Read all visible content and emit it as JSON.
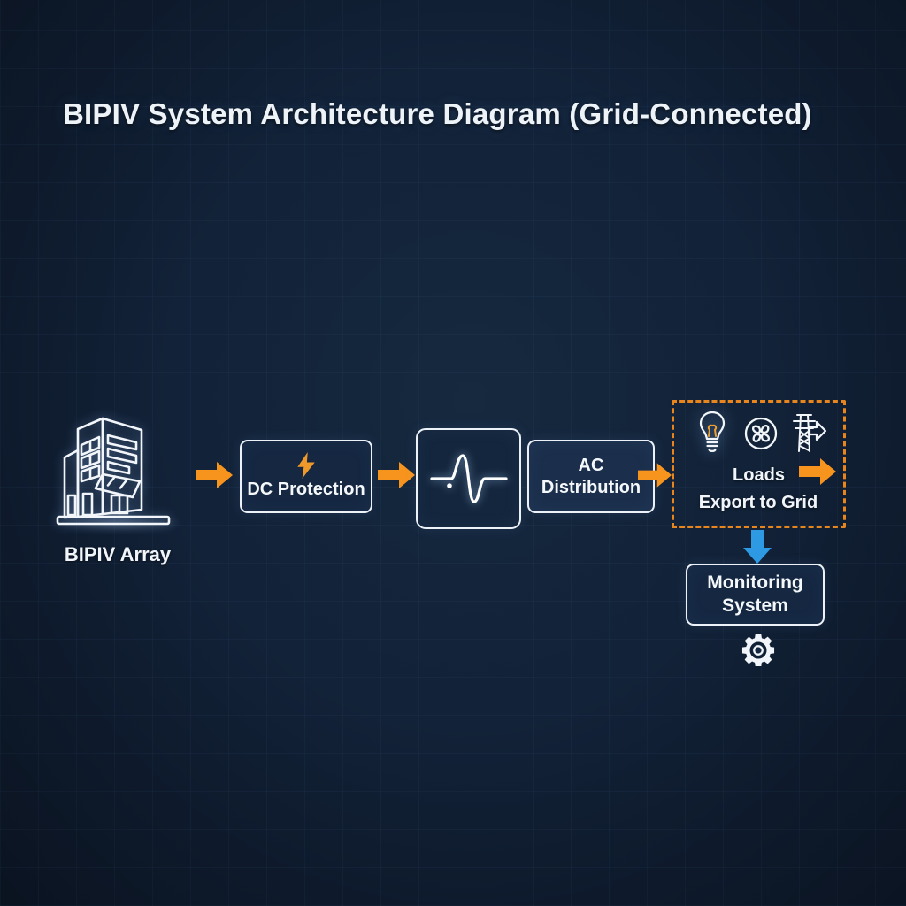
{
  "title": "BIPIV System Architecture Diagram (Grid-Connected)",
  "flow": {
    "array_label": "BIPIV Array",
    "dc_protection_label": "DC Protection",
    "ac_distribution_label": "AC Distribution",
    "loads_label": "Loads",
    "export_label": "Export to Grid",
    "monitoring_label": "Monitoring System"
  },
  "icons": {
    "source": "building-icon",
    "dc_protection": "lightning-bolt-icon",
    "inverter": "inverter-waveform-icon",
    "loads": [
      "light-bulb-icon",
      "fan-icon",
      "transmission-tower-icon",
      "grid-export-arrow-icon"
    ],
    "monitoring": "gear-icon"
  },
  "colors": {
    "background_center": "#16293F",
    "background_edge": "#0A1320",
    "box_fill": "#152741",
    "box_border": "#EDF2F8",
    "arrow_orange": "#F7941E",
    "dashed_border": "#E8861D",
    "arrow_blue": "#2D9AE3",
    "bolt_orange": "#F0992B",
    "text": "#F5F8FB"
  }
}
